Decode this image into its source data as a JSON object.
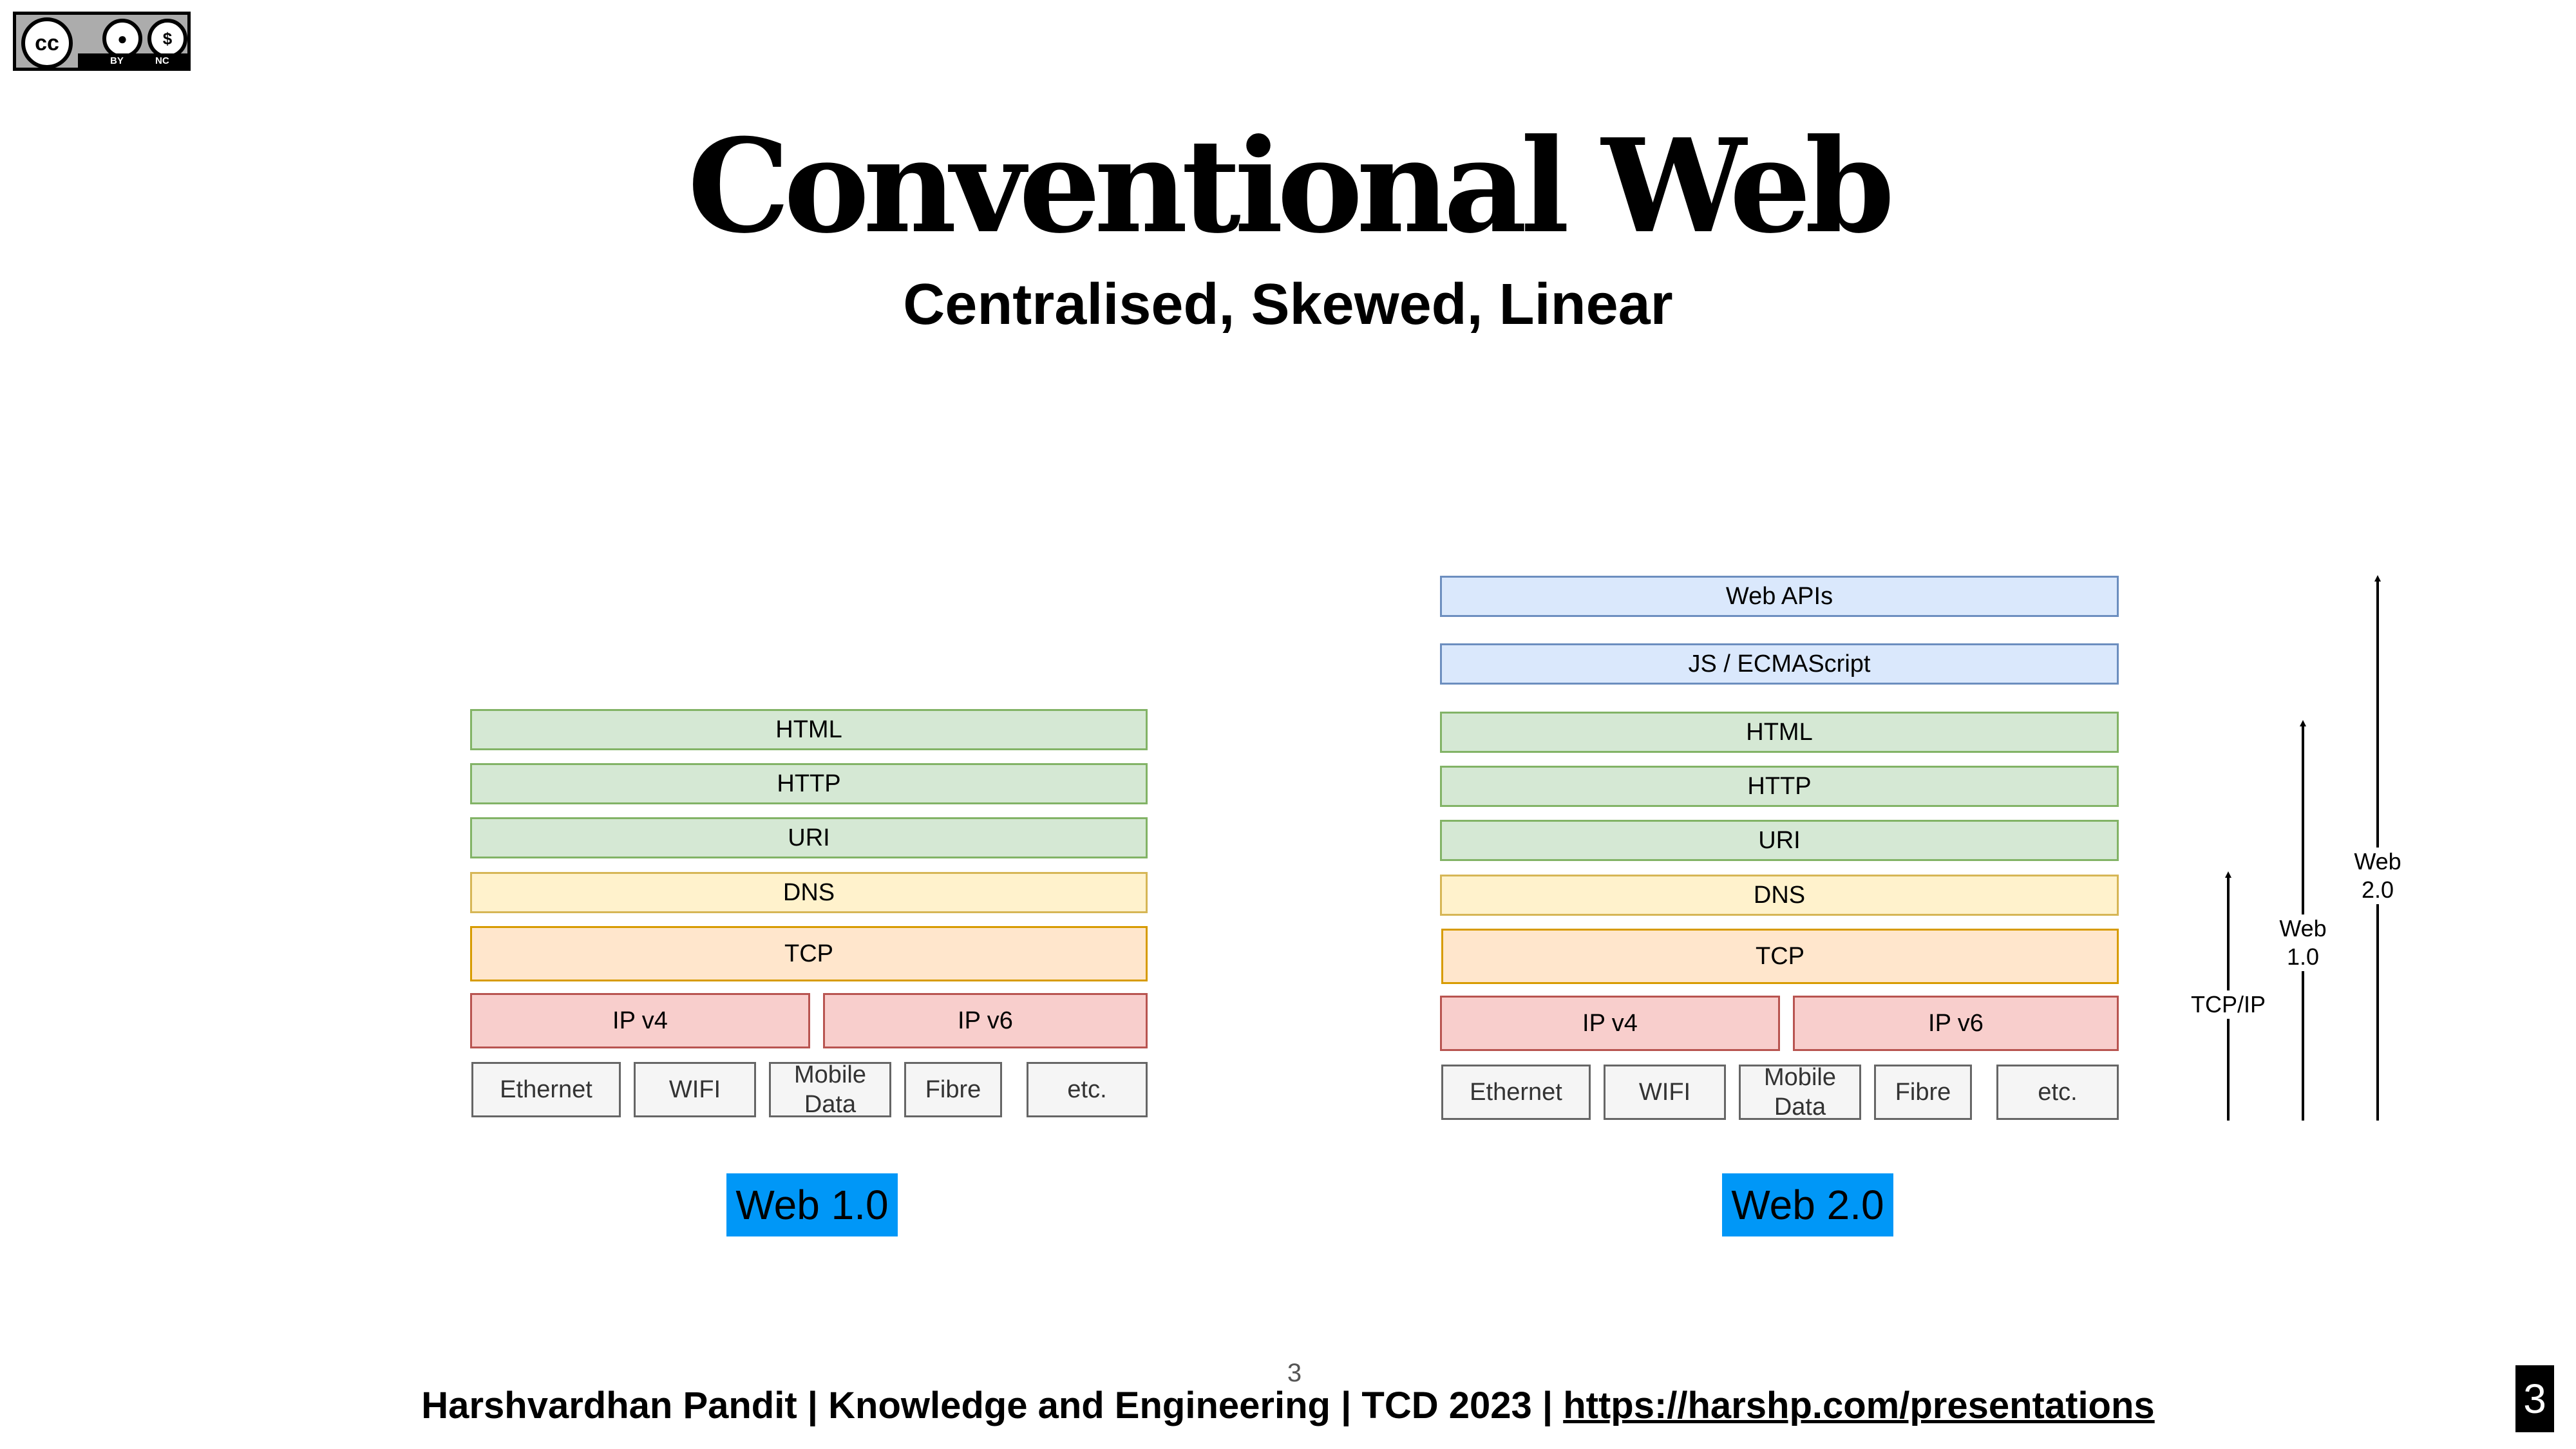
{
  "license_badge": {
    "icon": "cc-by-nc-icon",
    "by_label": "BY",
    "nc_label": "NC"
  },
  "title": "Conventional Web",
  "subtitle": "Centralised, Skewed, Linear",
  "diagram_web1": {
    "layers": {
      "html": "HTML",
      "http": "HTTP",
      "uri": "URI",
      "dns": "DNS",
      "tcp": "TCP",
      "ipv4": "IP v4",
      "ipv6": "IP v6",
      "ethernet": "Ethernet",
      "wifi": "WIFI",
      "mobile": "Mobile\nData",
      "fibre": "Fibre",
      "etc": "etc."
    },
    "caption": "Web 1.0"
  },
  "diagram_web2": {
    "layers": {
      "webapis": "Web APIs",
      "js": "JS / ECMAScript",
      "html": "HTML",
      "http": "HTTP",
      "uri": "URI",
      "dns": "DNS",
      "tcp": "TCP",
      "ipv4": "IP v4",
      "ipv6": "IP v6",
      "ethernet": "Ethernet",
      "wifi": "WIFI",
      "mobile": "Mobile\nData",
      "fibre": "Fibre",
      "etc": "etc."
    },
    "caption": "Web 2.0",
    "arrows": {
      "tcpip": "TCP/IP",
      "web1": "Web\n1.0",
      "web2": "Web\n2.0"
    }
  },
  "colors": {
    "blue_fill": "#dae8fc",
    "green_fill": "#d5e8d4",
    "yellow_fill": "#fff2cc",
    "orange_fill": "#ffe6cc",
    "red_fill": "#f8cecc",
    "caption_bg": "#0097f7"
  },
  "footer": {
    "page_number": "3",
    "text": "Harshvardhan Pandit | Knowledge and Engineering | TCD 2023 | ",
    "link": "https://harshp.com/presentations"
  },
  "slide_number": "3"
}
